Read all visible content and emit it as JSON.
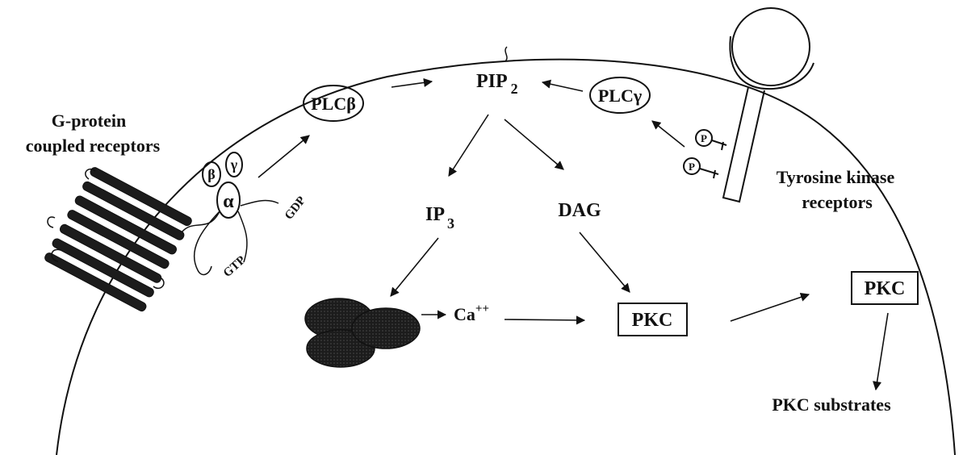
{
  "colors": {
    "ink": "#111111",
    "background": "#ffffff",
    "dark_fill": "#1c1c1c"
  },
  "labels": {
    "gpcr_line1": "G-protein",
    "gpcr_line2": "coupled receptors",
    "rtk_line1": "Tyrosine kinase",
    "rtk_line2": "receptors",
    "plc_beta": "PLCβ",
    "plc_gamma": "PLCγ",
    "pip2_main": "PIP",
    "pip2_sub": "2",
    "ip3_main": "IP",
    "ip3_sub": "3",
    "dag": "DAG",
    "ca_main": "Ca",
    "ca_sup": "++",
    "pkc_center": "PKC",
    "pkc_right": "PKC",
    "pkc_substrates": "PKC substrates",
    "gtp": "GTP",
    "gdp": "GDP",
    "g_alpha": "α",
    "g_beta": "β",
    "g_gamma": "γ",
    "phospho_1": "P",
    "phospho_2": "P"
  }
}
